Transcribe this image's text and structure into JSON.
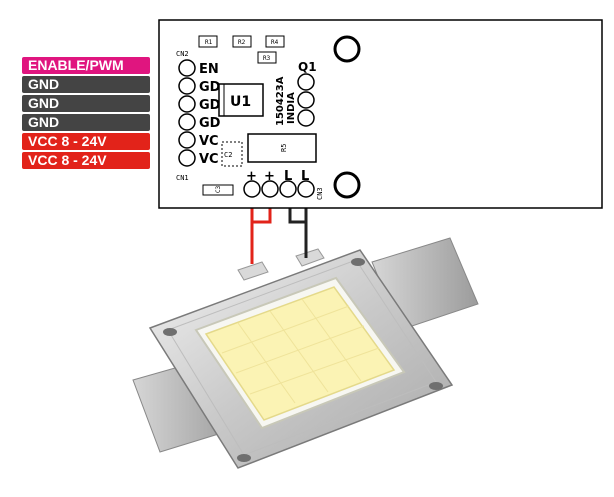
{
  "pin_labels": [
    {
      "text": "ENABLE/PWM",
      "color": "#e0157f"
    },
    {
      "text": "GND",
      "color": "#444444"
    },
    {
      "text": "GND",
      "color": "#444444"
    },
    {
      "text": "GND",
      "color": "#444444"
    },
    {
      "text": "VCC 8 - 24V",
      "color": "#e2231a"
    },
    {
      "text": "VCC 8 - 24V",
      "color": "#e2231a"
    }
  ],
  "board": {
    "header_pins": [
      "EN",
      "GD",
      "GD",
      "GD",
      "VC",
      "VC"
    ],
    "cn2": "CN2",
    "cn1": "CN1",
    "cn3": "CN3",
    "ic": "U1",
    "transistor": "Q1",
    "part_code": "150423A",
    "origin": "INDIA",
    "resistors": [
      "R1",
      "R2",
      "R4",
      "R3",
      "R5"
    ],
    "capacitor": "C2",
    "component_c": "C3",
    "output_pins": [
      "+",
      "+",
      "L",
      "L"
    ]
  },
  "colors": {
    "wire_positive": "#e2231a",
    "wire_negative": "#222222",
    "led_phosphor": "#fbf3b4"
  }
}
